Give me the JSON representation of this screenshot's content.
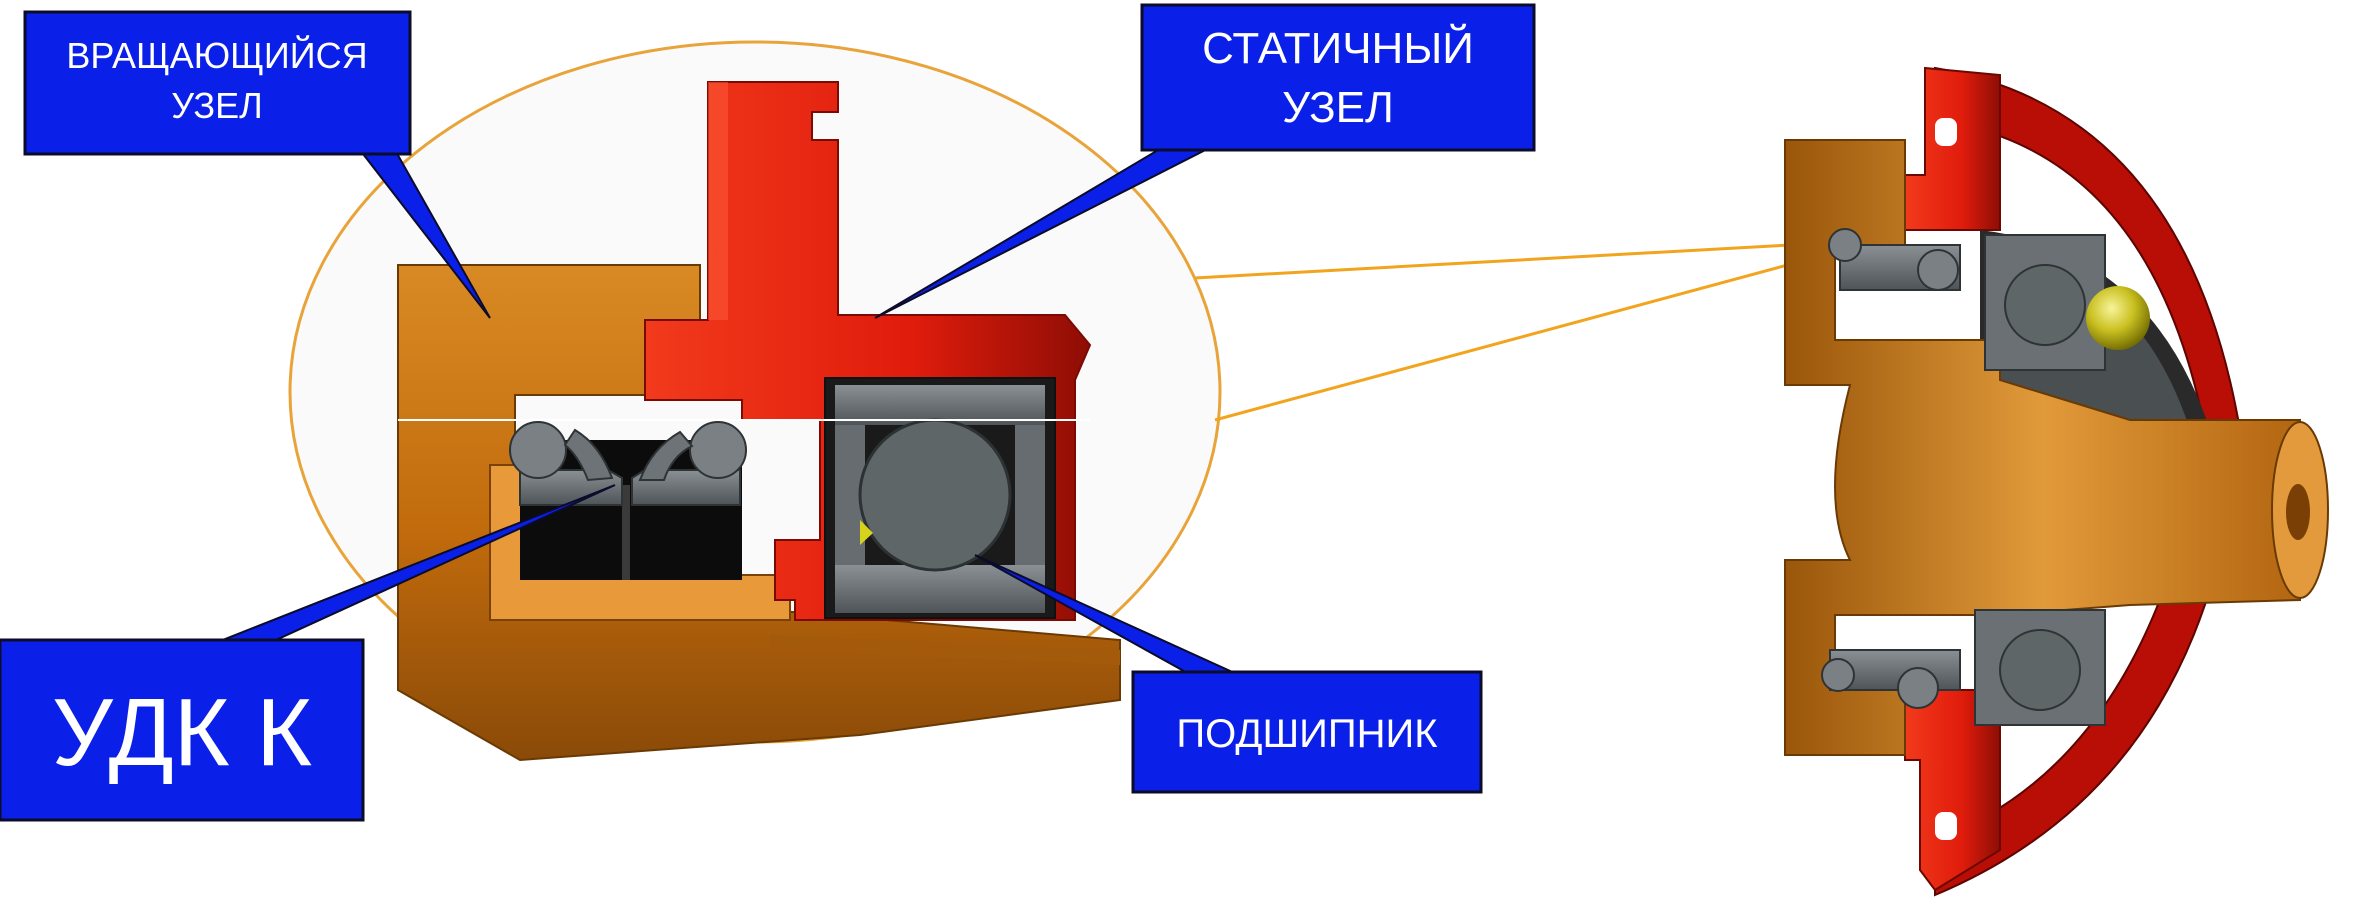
{
  "labels": {
    "rotating_line1": "ВРАЩАЮЩИЙСЯ",
    "rotating_line2": "УЗЕЛ",
    "static_line1": "СТАТИЧНЫЙ",
    "static_line2": "УЗЕЛ",
    "seal": "УДК К",
    "bearing": "ПОДШИПНИК"
  },
  "colors": {
    "callout_fill": "#0a1fe8",
    "callout_border": "#0b0b2a",
    "rotating_part": "#c6720f",
    "static_part": "#e5200e",
    "seal_ring": "#6f7478",
    "bearing_ball": "#5f6668",
    "zoom_outline": "#e8a43a"
  }
}
